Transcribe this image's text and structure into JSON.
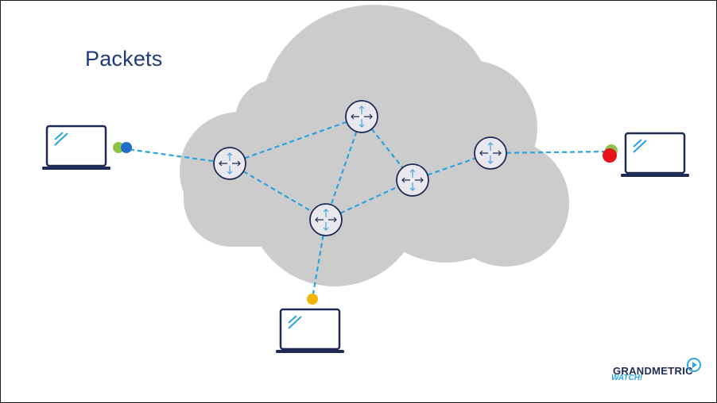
{
  "title": "Packets",
  "logo": {
    "text": "GRANDMETRIC",
    "sub": "WATCH!"
  },
  "colors": {
    "cloud": "#cccccc",
    "link": "#29a3e0",
    "device": "#1f2a55",
    "router_fill": "#e8e8ee",
    "router_arrow": "#4aa3dd",
    "packet_green": "#8bc34a",
    "packet_blue": "#1f6fc6",
    "packet_red": "#e5141b",
    "packet_yellow": "#f2b705",
    "title": "#1f3a7a"
  },
  "nodes": [
    {
      "id": "router-1",
      "type": "router"
    },
    {
      "id": "router-2",
      "type": "router"
    },
    {
      "id": "router-3",
      "type": "router"
    },
    {
      "id": "router-4",
      "type": "router"
    },
    {
      "id": "router-5",
      "type": "router"
    },
    {
      "id": "laptop-left",
      "type": "laptop"
    },
    {
      "id": "laptop-right",
      "type": "laptop"
    },
    {
      "id": "laptop-bottom",
      "type": "laptop"
    }
  ],
  "edges": [
    [
      "laptop-left",
      "router-1"
    ],
    [
      "router-1",
      "router-2"
    ],
    [
      "router-1",
      "router-3"
    ],
    [
      "router-2",
      "router-3"
    ],
    [
      "router-2",
      "router-4"
    ],
    [
      "router-3",
      "router-4"
    ],
    [
      "router-4",
      "router-5"
    ],
    [
      "router-5",
      "laptop-right"
    ],
    [
      "router-3",
      "laptop-bottom"
    ]
  ],
  "packets": [
    {
      "name": "packet-green-left",
      "color": "green"
    },
    {
      "name": "packet-blue-left",
      "color": "blue"
    },
    {
      "name": "packet-green-right",
      "color": "green"
    },
    {
      "name": "packet-red-right",
      "color": "red"
    },
    {
      "name": "packet-yellow-bottom",
      "color": "yellow"
    }
  ]
}
